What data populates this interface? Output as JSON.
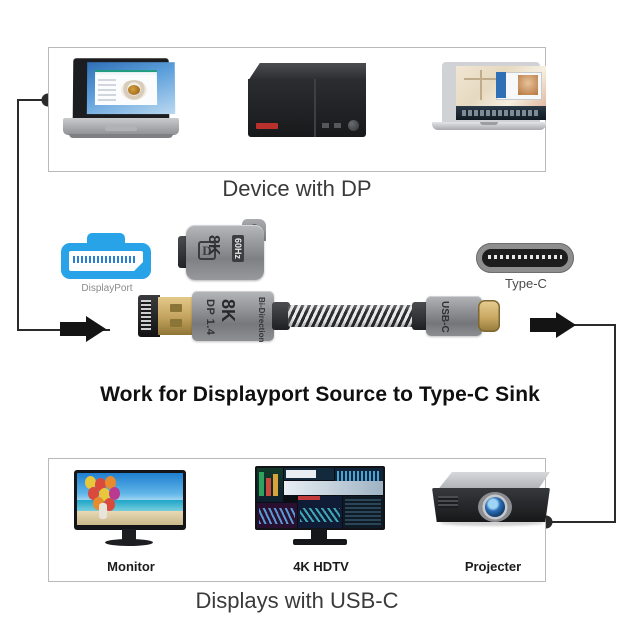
{
  "headline": "Work for Displayport Source to Type-C Sink",
  "groups": {
    "top": {
      "caption": "Device with DP",
      "devices": [
        {
          "name": "windows-laptop"
        },
        {
          "name": "media-desktop-box"
        },
        {
          "name": "macbook-laptop"
        }
      ]
    },
    "bottom": {
      "caption": "Displays with USB-C",
      "devices": [
        {
          "label": "Monitor"
        },
        {
          "label": "4K HDTV"
        },
        {
          "label": "Projecter"
        }
      ]
    }
  },
  "port_icons": {
    "displayport": {
      "label": "DisplayPort",
      "color": "#28a3e8"
    },
    "typec": {
      "label": "Type-C",
      "color": "#8e8e8e"
    }
  },
  "adapter": {
    "dp_glyph": "D",
    "resolution": "8K",
    "refresh": "60Hz"
  },
  "cable": {
    "dp_version": "DP 1.4",
    "resolution": "8K",
    "direction": "Bi-Direction",
    "usbc_label": "USB-C"
  },
  "colors": {
    "box_border": "#b9b9b9",
    "wire": "#2b2b2b",
    "headline": "#101010",
    "caption": "#3a3a3a"
  }
}
